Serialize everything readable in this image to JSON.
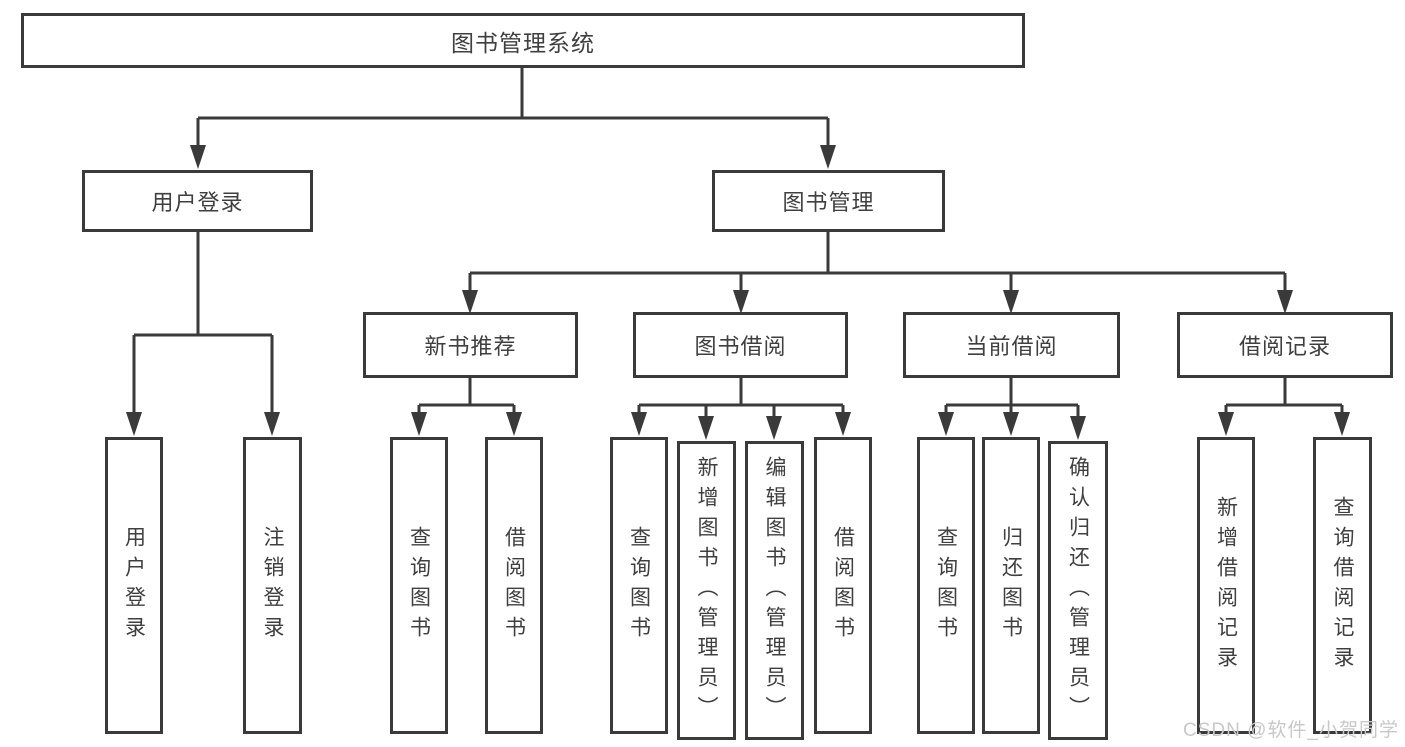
{
  "root": {
    "label": "图书管理系统"
  },
  "branches": [
    {
      "label": "用户登录",
      "children": [
        "用户登录",
        "注销登录"
      ]
    },
    {
      "label": "图书管理"
    }
  ],
  "modules": [
    {
      "label": "新书推荐",
      "children": [
        "查询图书",
        "借阅图书"
      ]
    },
    {
      "label": "图书借阅",
      "children": [
        "查询图书",
        "新增图书（管理员）",
        "编辑图书（管理员）",
        "借阅图书"
      ]
    },
    {
      "label": "当前借阅",
      "children": [
        "查询图书",
        "归还图书",
        "确认归还（管理员）"
      ]
    },
    {
      "label": "借阅记录",
      "children": [
        "新增借阅记录",
        "查询借阅记录"
      ]
    }
  ],
  "watermark": {
    "text": "CSDN @软件_小贺同学"
  },
  "colors": {
    "line": "#3a3a3a",
    "text": "#3f3f3f",
    "watermark": "#c8c8c8",
    "background": "#ffffff"
  }
}
